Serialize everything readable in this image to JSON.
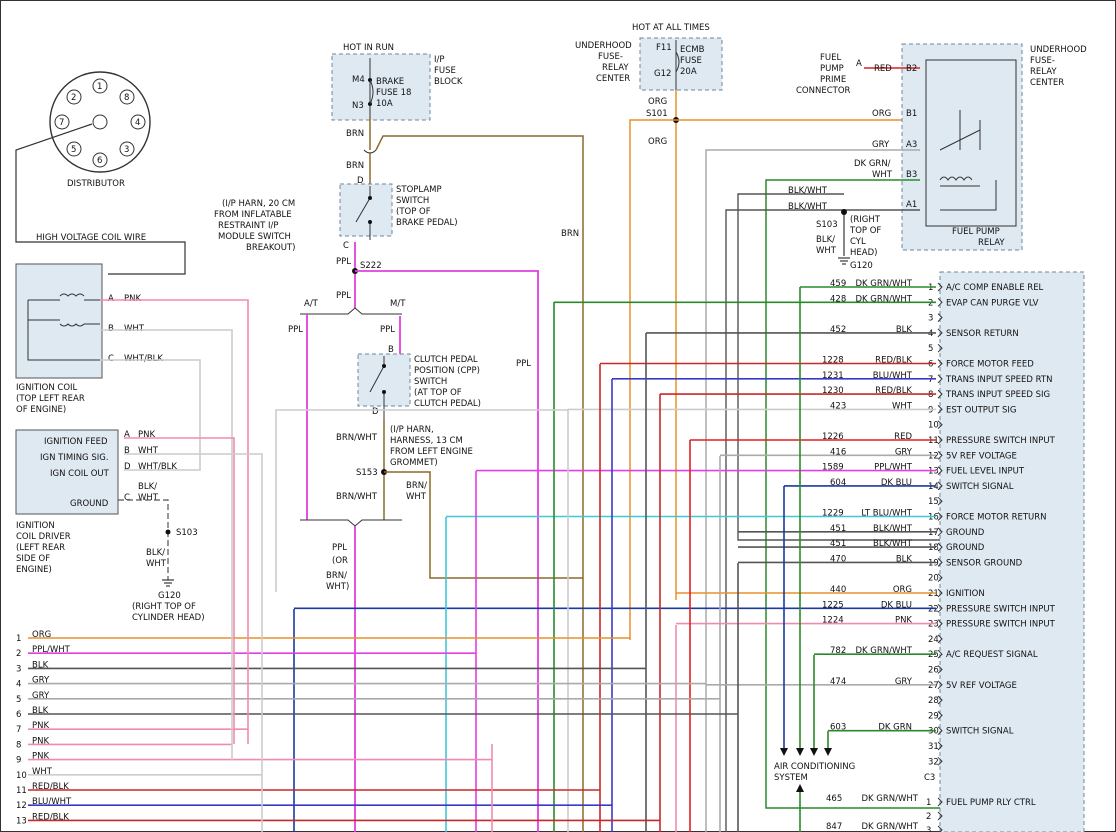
{
  "distributor": {
    "label": "DISTRIBUTOR",
    "pins": [
      "1",
      "2",
      "3",
      "4",
      "5",
      "6",
      "7",
      "8"
    ]
  },
  "hv_coil_wire": "HIGH VOLTAGE COIL WIRE",
  "ign_coil": {
    "lines": [
      "IGNITION COIL",
      "(TOP LEFT REAR",
      "OF ENGINE)"
    ],
    "pins": [
      {
        "p": "A",
        "c": "PNK"
      },
      {
        "p": "B",
        "c": "WHT"
      },
      {
        "p": "C",
        "c": "WHT/BLK"
      }
    ]
  },
  "ign_driver": {
    "lines": [
      "IGNITION",
      "COIL DRIVER",
      "(LEFT REAR",
      "SIDE OF",
      "ENGINE)"
    ],
    "terms": [
      "IGNITION FEED",
      "IGN TIMING SIG.",
      "IGN COIL OUT",
      "GROUND"
    ],
    "pins": [
      {
        "p": "A",
        "c": "PNK"
      },
      {
        "p": "B",
        "c": "WHT"
      },
      {
        "p": "D",
        "c": "WHT/BLK"
      },
      {
        "p": "C",
        "c": "BLK/"
      },
      {
        "p": "",
        "c": "WHT"
      }
    ]
  },
  "s103_left": {
    "splice": "S103",
    "wire": [
      "BLK/",
      "WHT"
    ],
    "ground": "G120",
    "note": [
      "(RIGHT TOP OF",
      "CYLINDER HEAD)"
    ]
  },
  "hot_in_run": "HOT IN RUN",
  "ip_fuse": {
    "label": [
      "I/P",
      "FUSE",
      "BLOCK"
    ],
    "m4": "M4",
    "n3": "N3",
    "fuse": [
      "BRAKE",
      "FUSE 18",
      "10A"
    ]
  },
  "stoplamp": {
    "wire1": "BRN",
    "wire2": "BRN",
    "d": "D",
    "c": "C",
    "label": [
      "STOPLAMP",
      "SWITCH",
      "(TOP OF",
      "BRAKE PEDAL)"
    ]
  },
  "ip_harn_note": [
    "(I/P HARN, 20 CM",
    "FROM INFLATABLE",
    "RESTRAINT I/P",
    "MODULE SWITCH",
    "BREAKOUT)"
  ],
  "s222": {
    "name": "S222",
    "wire": "PPL"
  },
  "trans": {
    "at": "A/T",
    "mt": "M/T",
    "ppl1": "PPL",
    "ppl2": "PPL"
  },
  "cpp": {
    "b": "B",
    "d": "D",
    "label": [
      "CLUTCH PEDAL",
      "POSITION (CPP)",
      "SWITCH",
      "(AT TOP OF",
      "CLUTCH PEDAL)"
    ]
  },
  "cpp_wire": "BRN/WHT",
  "harness_note": [
    "(I/P HARN,",
    "HARNESS, 13 CM",
    "FROM LEFT ENGINE",
    "GROMMET)"
  ],
  "s153": {
    "name": "S153",
    "wire1": "BRN/WHT",
    "wire2": "BRN/",
    "wire3": "WHT"
  },
  "bottom_mid": [
    "PPL",
    "(OR",
    "BRN/",
    "WHT)"
  ],
  "ppl_right": "PPL",
  "brn_right": "BRN",
  "hot_all": "HOT AT ALL TIMES",
  "underhood_left": [
    "UNDERHOOD",
    "FUSE-",
    "RELAY",
    "CENTER"
  ],
  "ecmb": {
    "f11": "F11",
    "g12": "G12",
    "fuse": [
      "ECMB",
      "FUSE",
      "20A"
    ]
  },
  "s101": {
    "org": "ORG",
    "name": "S101",
    "org2": "ORG"
  },
  "fuel_prime": [
    "FUEL",
    "PUMP",
    "PRIME",
    "CONNECTOR"
  ],
  "relay": {
    "title": [
      "UNDERHOOD",
      "FUSE-",
      "RELAY",
      "CENTER"
    ],
    "name": [
      "FUEL PUMP",
      "RELAY"
    ],
    "pins": [
      {
        "p": "B2",
        "w": "RED",
        "pa": "A"
      },
      {
        "p": "B1",
        "w": "ORG"
      },
      {
        "p": "A3",
        "w": "GRY"
      },
      {
        "p": "B3",
        "w": "DK GRN/",
        "w2": "WHT"
      },
      {
        "p": "A1",
        "w": "BLK/WHT"
      }
    ]
  },
  "s103_right": {
    "w1": "BLK/WHT",
    "w2": "BLK/WHT",
    "name": "S103",
    "note": [
      "(RIGHT",
      "TOP OF",
      "CYL",
      "HEAD)"
    ],
    "w3": [
      "BLK/",
      "WHT"
    ],
    "ground": "G120"
  },
  "pcm_rows": [
    {
      "pin": "1",
      "circ": "459",
      "wire": "DK GRN/WHT",
      "fn": "A/C COMP ENABLE REL"
    },
    {
      "pin": "2",
      "circ": "428",
      "wire": "DK GRN/WHT",
      "fn": "EVAP CAN PURGE VLV"
    },
    {
      "pin": "3",
      "circ": "",
      "wire": "",
      "fn": ""
    },
    {
      "pin": "4",
      "circ": "452",
      "wire": "BLK",
      "fn": "SENSOR RETURN"
    },
    {
      "pin": "5",
      "circ": "",
      "wire": "",
      "fn": ""
    },
    {
      "pin": "6",
      "circ": "1228",
      "wire": "RED/BLK",
      "fn": "FORCE MOTOR FEED"
    },
    {
      "pin": "7",
      "circ": "1231",
      "wire": "BLU/WHT",
      "fn": "TRANS INPUT SPEED RTN"
    },
    {
      "pin": "8",
      "circ": "1230",
      "wire": "RED/BLK",
      "fn": "TRANS INPUT SPEED SIG"
    },
    {
      "pin": "9",
      "circ": "423",
      "wire": "WHT",
      "fn": "EST OUTPUT SIG"
    },
    {
      "pin": "10",
      "circ": "",
      "wire": "",
      "fn": ""
    },
    {
      "pin": "11",
      "circ": "1226",
      "wire": "RED",
      "fn": "PRESSURE SWITCH INPUT"
    },
    {
      "pin": "12",
      "circ": "416",
      "wire": "GRY",
      "fn": "5V REF VOLTAGE"
    },
    {
      "pin": "13",
      "circ": "1589",
      "wire": "PPL/WHT",
      "fn": "FUEL LEVEL INPUT"
    },
    {
      "pin": "14",
      "circ": "604",
      "wire": "DK BLU",
      "fn": "SWITCH SIGNAL"
    },
    {
      "pin": "15",
      "circ": "",
      "wire": "",
      "fn": ""
    },
    {
      "pin": "16",
      "circ": "1229",
      "wire": "LT BLU/WHT",
      "fn": "FORCE MOTOR RETURN"
    },
    {
      "pin": "17",
      "circ": "451",
      "wire": "BLK/WHT",
      "fn": "GROUND"
    },
    {
      "pin": "18",
      "circ": "451",
      "wire": "BLK/WHT",
      "fn": "GROUND"
    },
    {
      "pin": "19",
      "circ": "470",
      "wire": "BLK",
      "fn": "SENSOR GROUND"
    },
    {
      "pin": "20",
      "circ": "",
      "wire": "",
      "fn": ""
    },
    {
      "pin": "21",
      "circ": "440",
      "wire": "ORG",
      "fn": "IGNITION"
    },
    {
      "pin": "22",
      "circ": "1225",
      "wire": "DK BLU",
      "fn": "PRESSURE SWITCH INPUT"
    },
    {
      "pin": "23",
      "circ": "1224",
      "wire": "PNK",
      "fn": "PRESSURE SWITCH INPUT"
    },
    {
      "pin": "24",
      "circ": "",
      "wire": "",
      "fn": ""
    },
    {
      "pin": "25",
      "circ": "782",
      "wire": "DK GRN/WHT",
      "fn": "A/C REQUEST SIGNAL"
    },
    {
      "pin": "26",
      "circ": "",
      "wire": "",
      "fn": ""
    },
    {
      "pin": "27",
      "circ": "474",
      "wire": "GRY",
      "fn": "5V REF VOLTAGE"
    },
    {
      "pin": "28",
      "circ": "",
      "wire": "",
      "fn": ""
    },
    {
      "pin": "29",
      "circ": "",
      "wire": "",
      "fn": ""
    },
    {
      "pin": "30",
      "circ": "603",
      "wire": "DK GRN",
      "fn": "SWITCH SIGNAL"
    },
    {
      "pin": "31",
      "circ": "",
      "wire": "",
      "fn": ""
    },
    {
      "pin": "32",
      "circ": "",
      "wire": "",
      "fn": ""
    }
  ],
  "c3": "C3",
  "pcm_c3_rows": [
    {
      "pin": "1",
      "circ": "465",
      "wire": "DK GRN/WHT",
      "fn": "FUEL PUMP RLY CTRL"
    },
    {
      "pin": "2",
      "circ": "",
      "wire": "",
      "fn": ""
    },
    {
      "pin": "3",
      "circ": "847",
      "wire": "DK GRN/WHT",
      "fn": ""
    }
  ],
  "ac_system": [
    "AIR CONDITIONING",
    "SYSTEM"
  ],
  "bottom_wires": [
    {
      "n": "1",
      "c": "ORG",
      "col": "#e8902a"
    },
    {
      "n": "2",
      "c": "PPL/WHT",
      "col": "#e040e0"
    },
    {
      "n": "3",
      "c": "BLK",
      "col": "#555555"
    },
    {
      "n": "4",
      "c": "GRY",
      "col": "#aaaaaa"
    },
    {
      "n": "5",
      "c": "GRY",
      "col": "#aaaaaa"
    },
    {
      "n": "6",
      "c": "BLK",
      "col": "#555555"
    },
    {
      "n": "7",
      "c": "PNK",
      "col": "#f28ab0"
    },
    {
      "n": "8",
      "c": "PNK",
      "col": "#f28ab0"
    },
    {
      "n": "9",
      "c": "PNK",
      "col": "#f28ab0"
    },
    {
      "n": "10",
      "c": "WHT",
      "col": "#cccccc"
    },
    {
      "n": "11",
      "c": "RED/BLK",
      "col": "#c82828"
    },
    {
      "n": "12",
      "c": "BLU/WHT",
      "col": "#3a3ac8"
    },
    {
      "n": "13",
      "c": "RED/BLK",
      "col": "#c82828"
    }
  ],
  "colors": {
    "org": "#e8902a",
    "ppl": "#e040e0",
    "pnk": "#f28ab0",
    "brn": "#8a6a2a",
    "grn": "#2a8a2a",
    "red": "#e02020",
    "blu": "#1a3aa0",
    "ltblu": "#40c8d8",
    "gry": "#aaaaaa",
    "blk": "#555555"
  }
}
